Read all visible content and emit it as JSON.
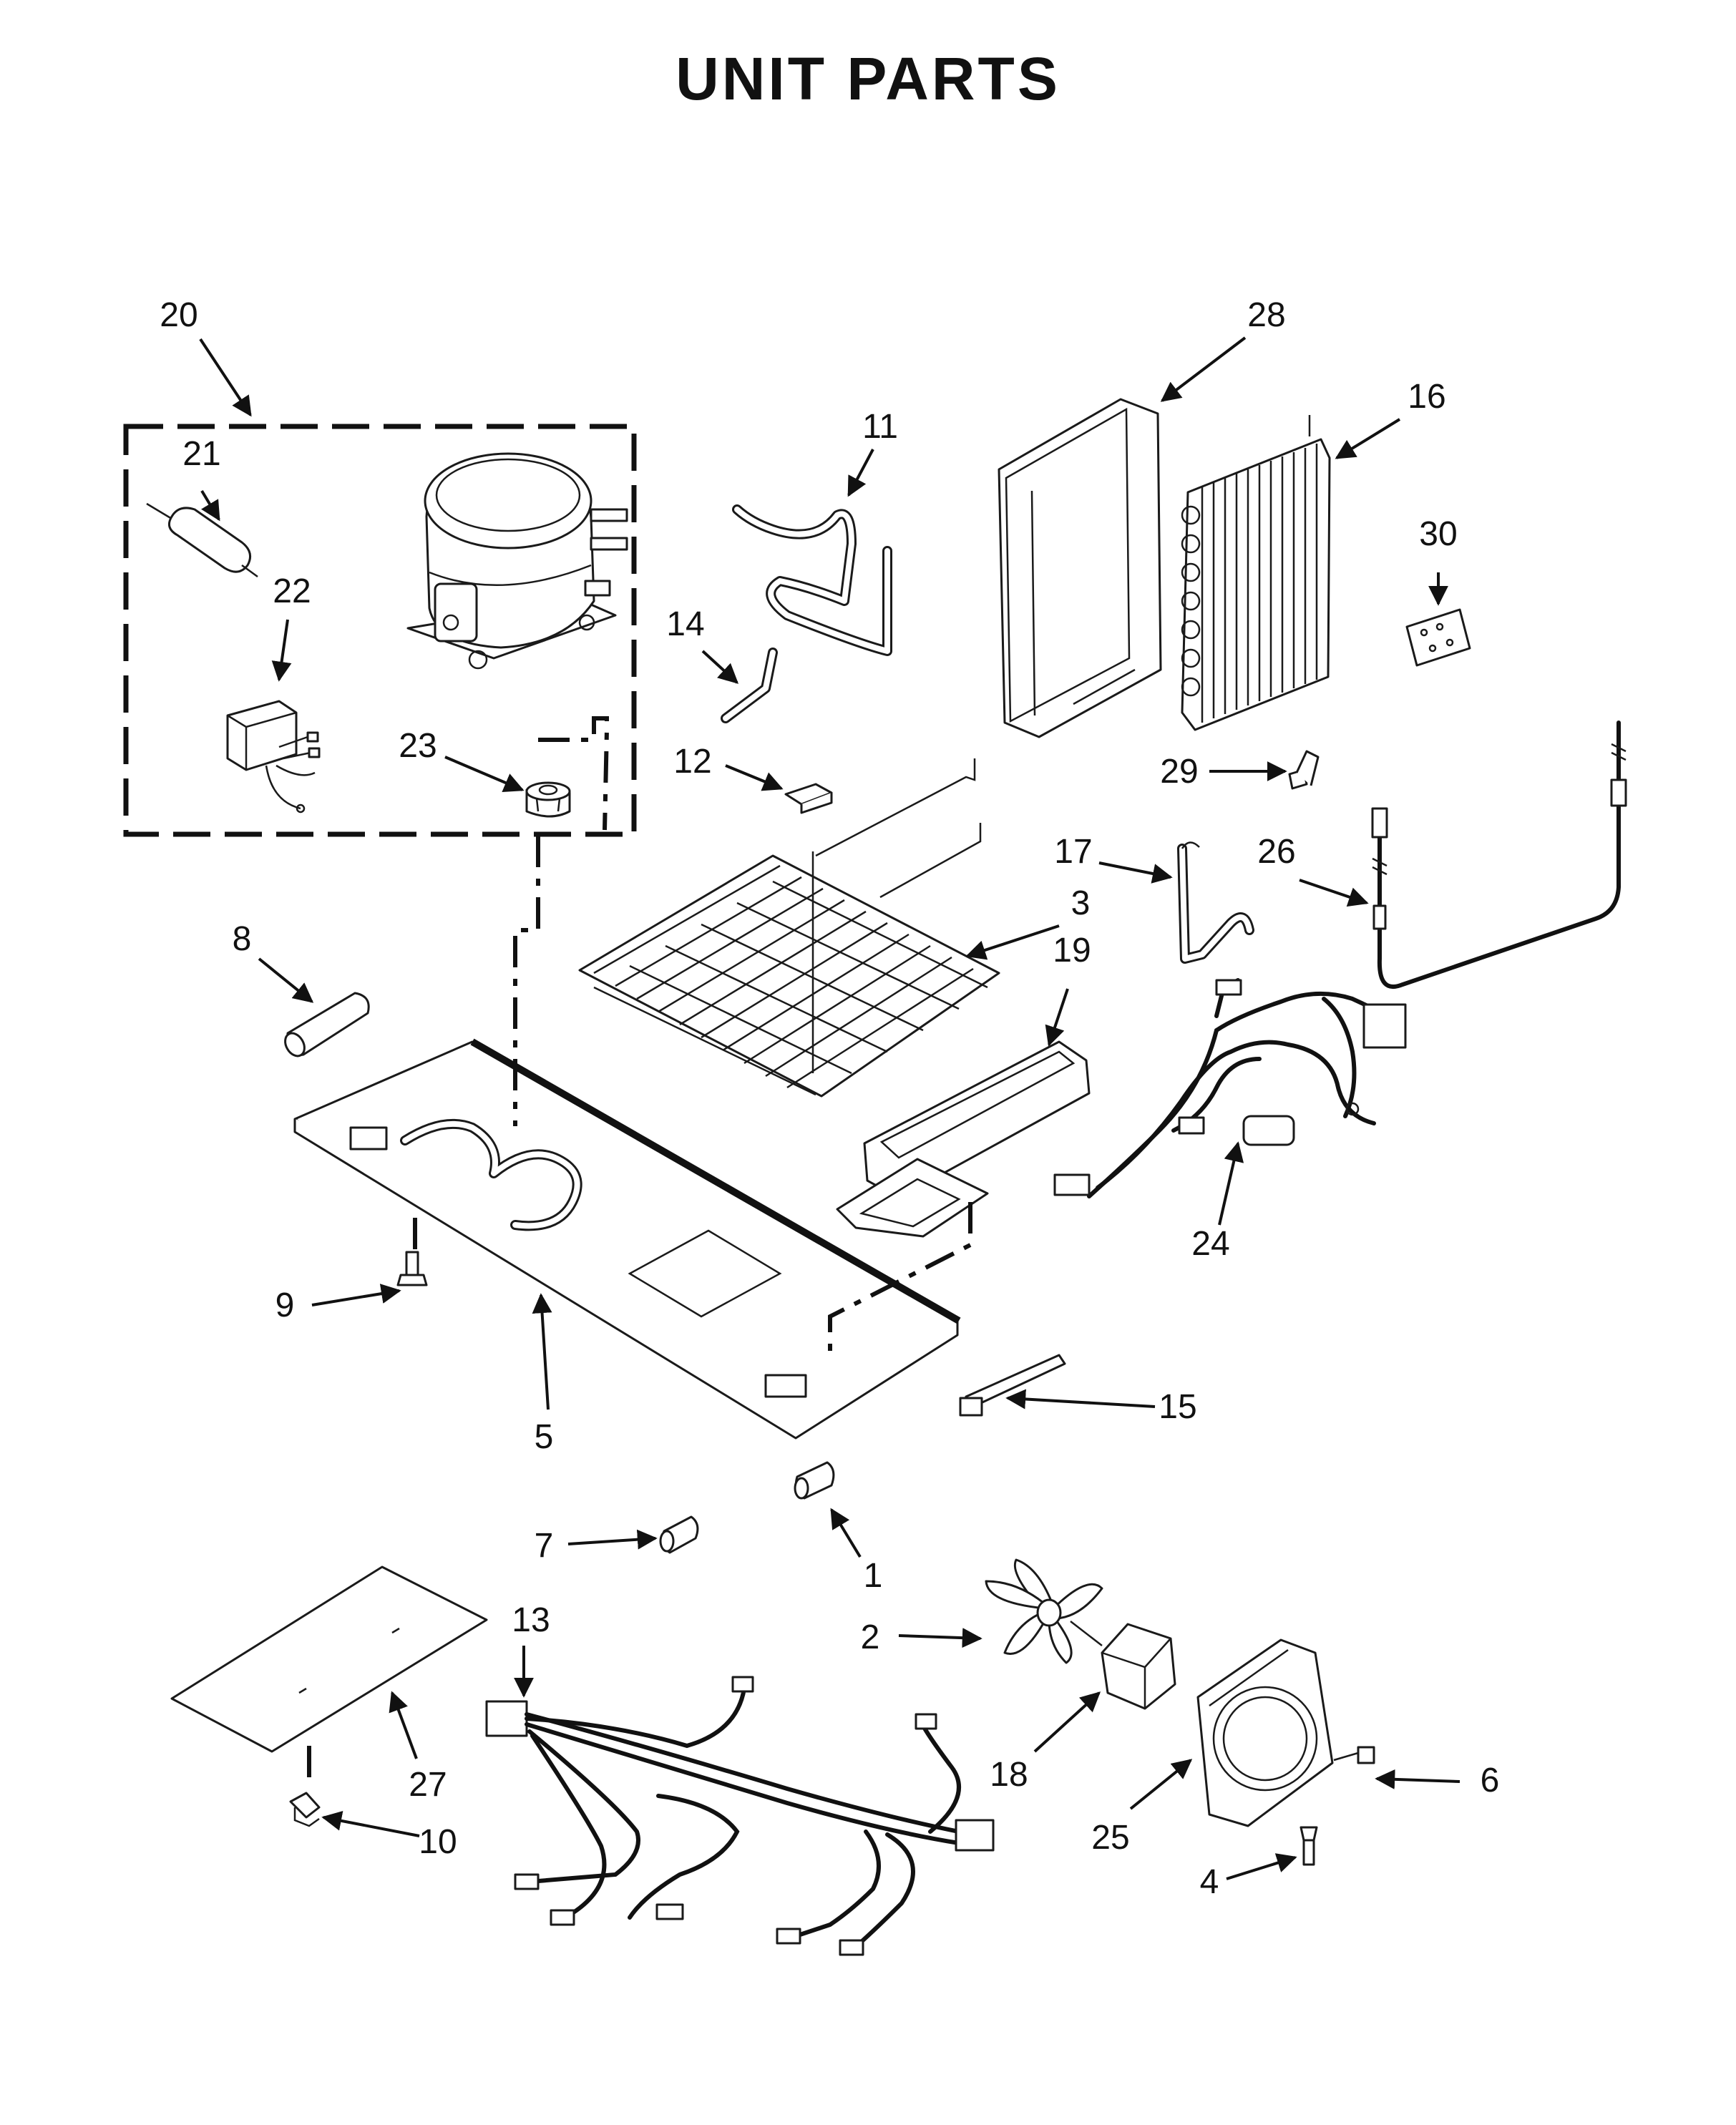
{
  "title": "UNIT PARTS",
  "callouts": [
    "20",
    "21",
    "22",
    "23",
    "11",
    "14",
    "12",
    "28",
    "16",
    "30",
    "29",
    "8",
    "3",
    "17",
    "26",
    "19",
    "24",
    "9",
    "5",
    "15",
    "7",
    "1",
    "2",
    "18",
    "6",
    "13",
    "27",
    "10",
    "25",
    "4"
  ]
}
